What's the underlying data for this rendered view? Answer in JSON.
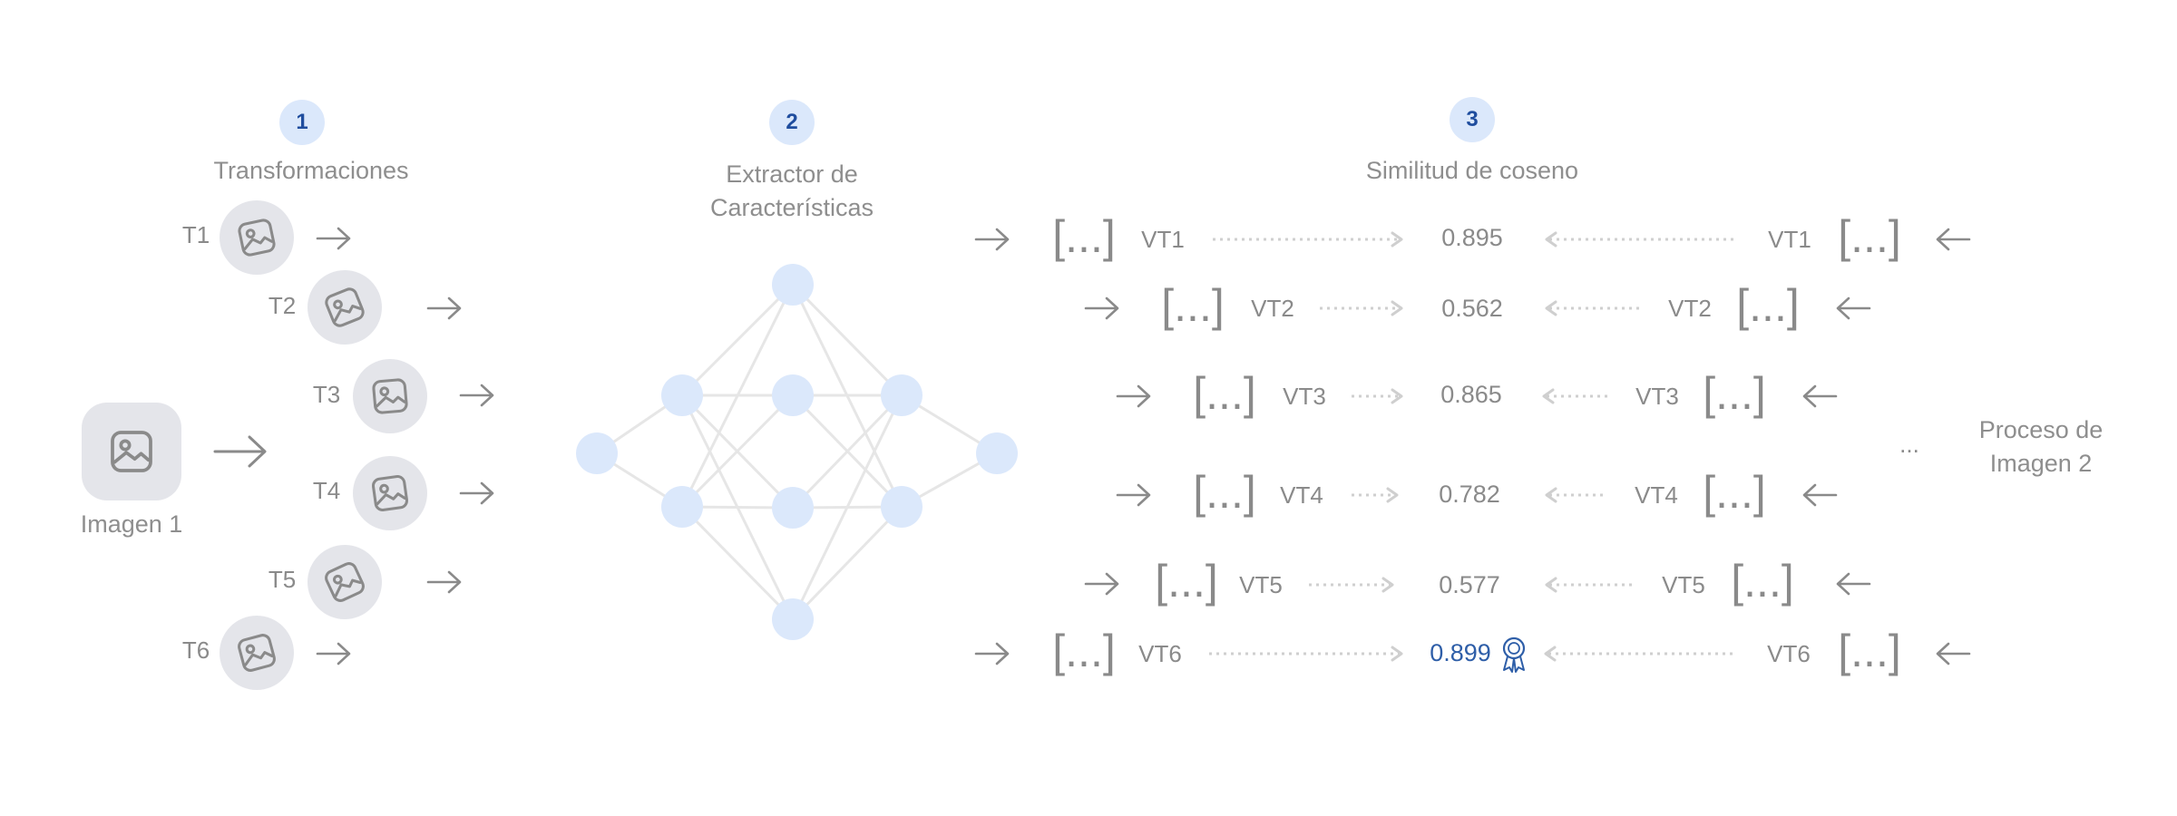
{
  "steps": [
    {
      "number": "1",
      "title": "Transformaciones"
    },
    {
      "number": "2",
      "title": "Extractor de\nCaracterísticas"
    },
    {
      "number": "3",
      "title": "Similitud de coseno"
    }
  ],
  "input_image": {
    "label": "Imagen 1",
    "icon": "image-icon"
  },
  "transforms": [
    {
      "label": "T1",
      "icon": "image-icon"
    },
    {
      "label": "T2",
      "icon": "image-icon"
    },
    {
      "label": "T3",
      "icon": "image-icon"
    },
    {
      "label": "T4",
      "icon": "image-icon"
    },
    {
      "label": "T5",
      "icon": "image-icon"
    },
    {
      "label": "T6",
      "icon": "image-icon"
    }
  ],
  "network": {
    "layers": [
      1,
      2,
      4,
      2,
      1
    ],
    "node_color": "#dbe8fb",
    "edge_color": "#e6e6e6"
  },
  "vector_symbol": "[...]",
  "similarity_rows": [
    {
      "left_label": "VT1",
      "score": "0.895",
      "right_label": "VT1"
    },
    {
      "left_label": "VT2",
      "score": "0.562",
      "right_label": "VT2"
    },
    {
      "left_label": "VT3",
      "score": "0.865",
      "right_label": "VT3"
    },
    {
      "left_label": "VT4",
      "score": "0.782",
      "right_label": "VT4"
    },
    {
      "left_label": "VT5",
      "score": "0.577",
      "right_label": "VT5"
    },
    {
      "left_label": "VT6",
      "score": "0.899",
      "right_label": "VT6",
      "best": true,
      "badge_icon": "award-ribbon-icon"
    }
  ],
  "ellipsis": "...",
  "image2_process": "Proceso de\nImagen 2",
  "colors": {
    "accent": "#2e5ea8",
    "accent_light": "#dbe8fb",
    "text": "#8e8e8e",
    "card": "#e4e5ea"
  }
}
